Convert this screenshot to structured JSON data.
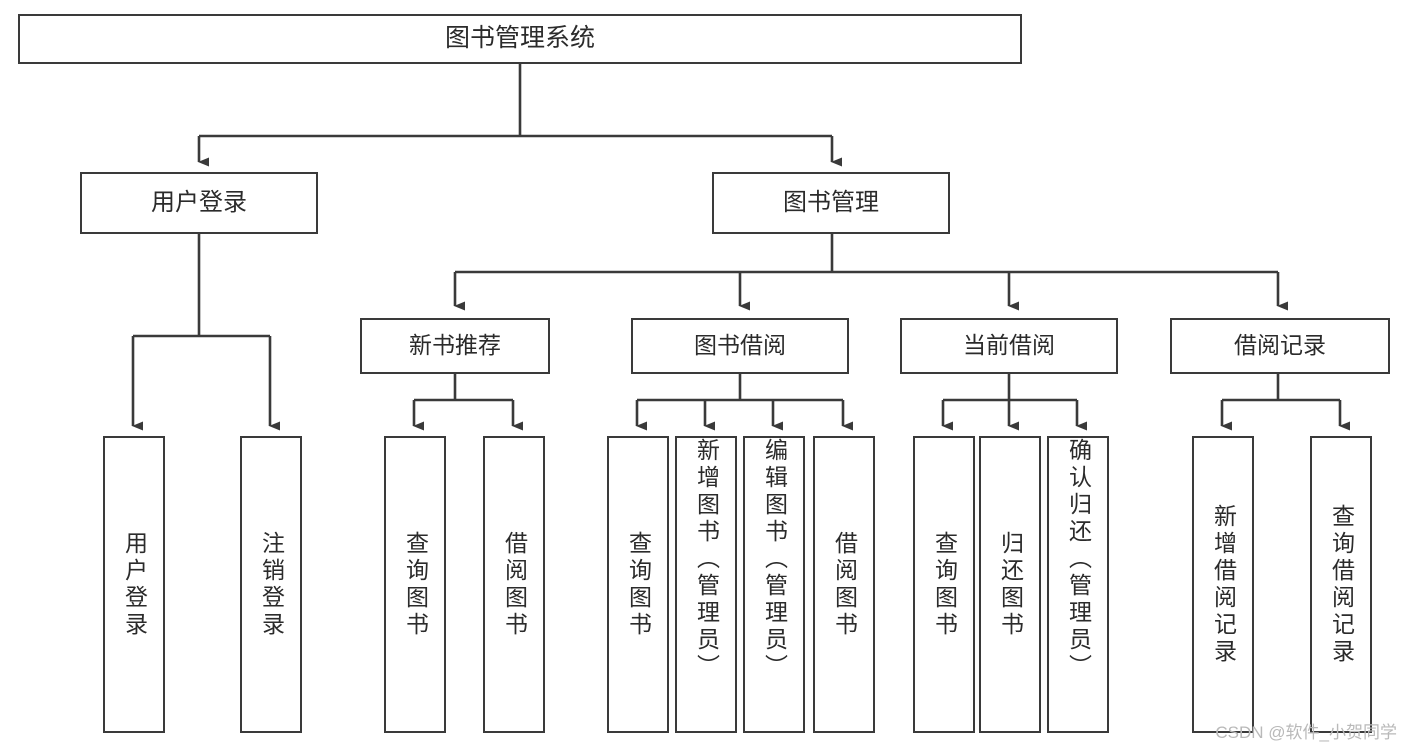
{
  "diagram": {
    "type": "tree-hierarchy-chart",
    "title": "图书管理系统",
    "line_color": "#3a3a3a",
    "text_color": "#2b2b2b",
    "background_color": "#ffffff",
    "root": {
      "label": "图书管理系统"
    },
    "level2": [
      {
        "label": "用户登录"
      },
      {
        "label": "图书管理"
      }
    ],
    "level3": [
      {
        "label": "新书推荐"
      },
      {
        "label": "图书借阅"
      },
      {
        "label": "当前借阅"
      },
      {
        "label": "借阅记录"
      }
    ],
    "leaves": {
      "user_login": [
        {
          "label": "用户登录"
        },
        {
          "label": "注销登录"
        }
      ],
      "new_book_recommend": [
        {
          "label": "查询图书"
        },
        {
          "label": "借阅图书"
        }
      ],
      "book_borrow": [
        {
          "label": "查询图书"
        },
        {
          "label": "新增图书（管理员）"
        },
        {
          "label": "编辑图书（管理员）"
        },
        {
          "label": "借阅图书"
        }
      ],
      "current_borrow": [
        {
          "label": "查询图书"
        },
        {
          "label": "归还图书"
        },
        {
          "label": "确认归还（管理员）"
        }
      ],
      "borrow_record": [
        {
          "label": "新增借阅记录"
        },
        {
          "label": "查询借阅记录"
        }
      ]
    },
    "watermark": "CSDN @软件_小贺同学"
  }
}
